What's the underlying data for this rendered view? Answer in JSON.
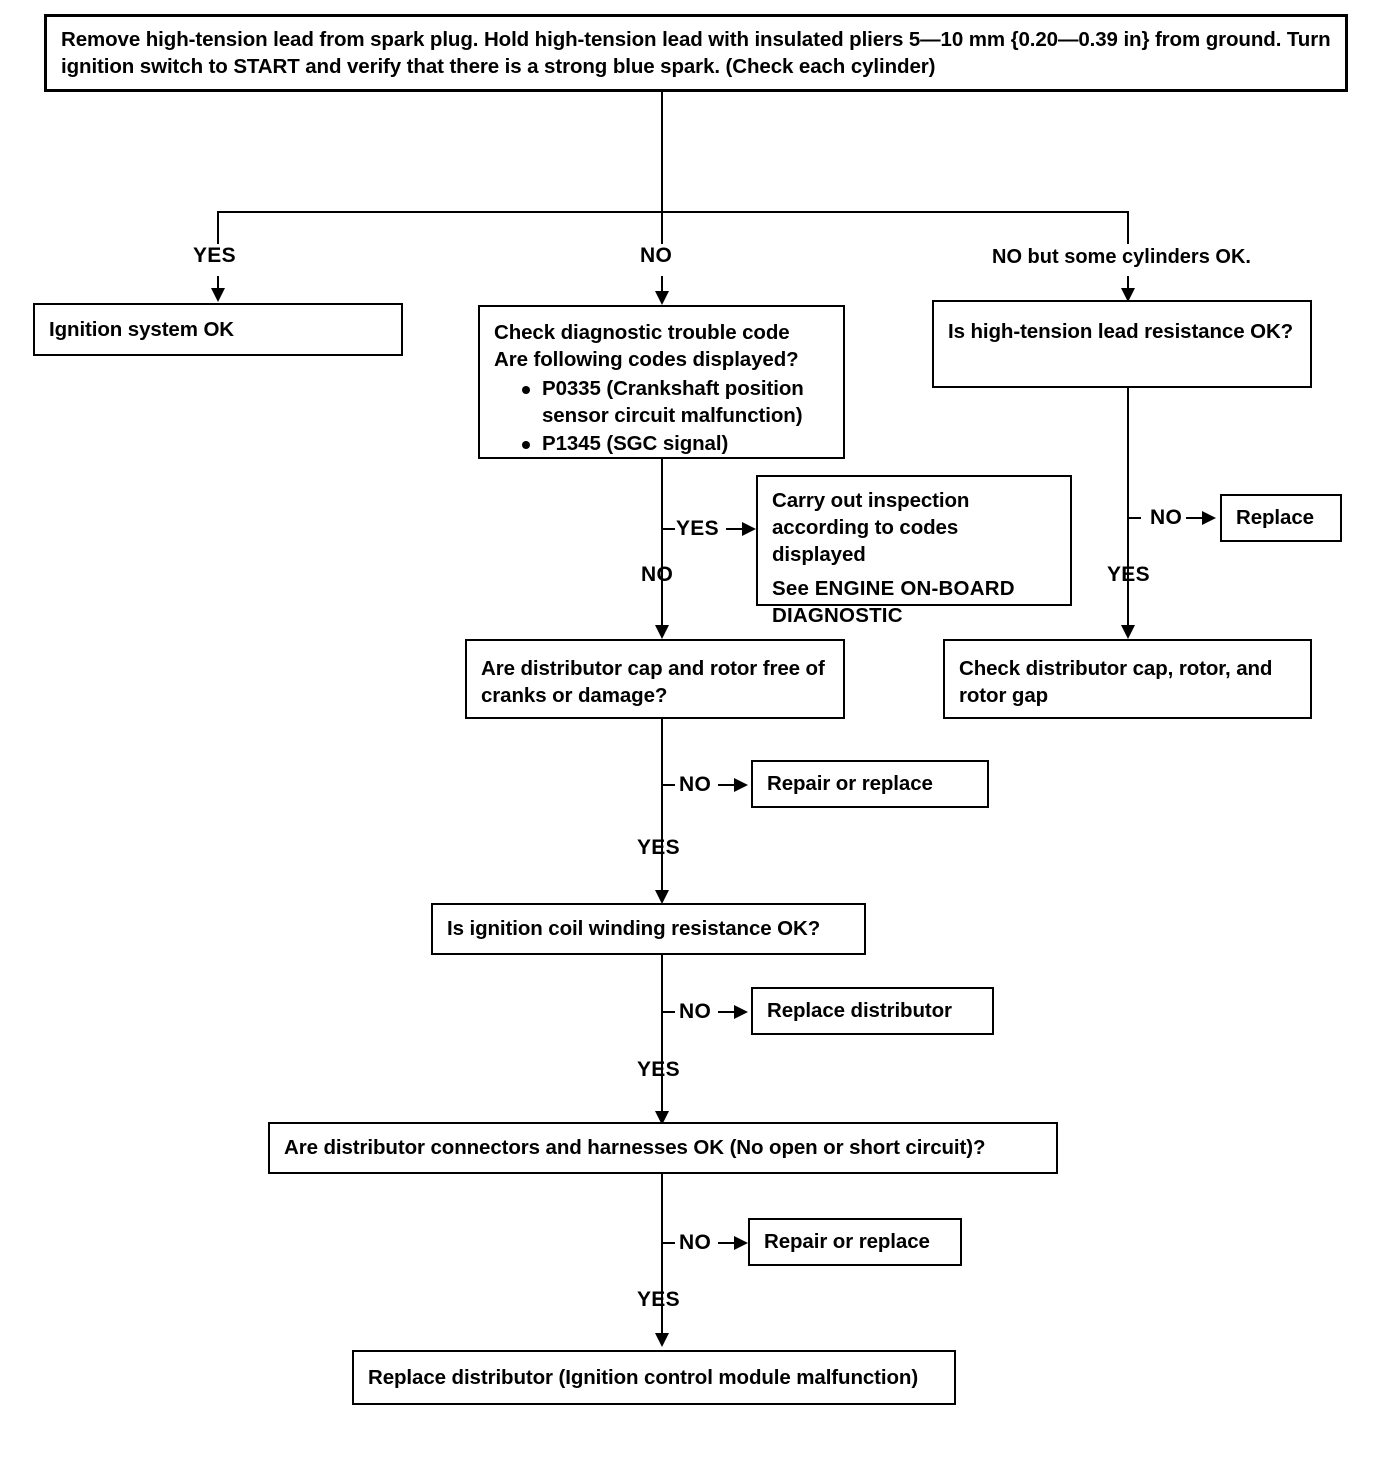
{
  "diagram": {
    "type": "flowchart",
    "title": "Ignition spark test troubleshooting flowchart",
    "start": {
      "text": "Remove high-tension lead from spark plug. Hold high-tension lead with insulated pliers 5—10 mm {0.20—0.39 in} from ground. Turn ignition switch to START and verify that there is a strong blue spark. (Check each cylinder)"
    },
    "branch_labels": {
      "left": "YES",
      "middle": "NO",
      "right": "NO but some cylinders OK."
    },
    "nodes": {
      "ignition_ok": "Ignition system OK",
      "check_dtc_line1": "Check diagnostic trouble code",
      "check_dtc_line2": "Are following codes displayed?",
      "code_1": "P0335 (Crankshaft position sensor circuit malfunction)",
      "code_2": "P1345 (SGC signal)",
      "carry_out_line1": "Carry out inspection",
      "carry_out_line2": "according to codes displayed",
      "carry_out_see": "See",
      "carry_out_ref": "ENGINE ON-BOARD DIAGNOSTIC",
      "ht_lead_resistance": "Is high-tension lead resistance OK?",
      "replace": "Replace",
      "check_cap_rotor_gap": "Check distributor cap, rotor, and rotor gap",
      "cap_rotor_free": "Are distributor cap and rotor free of cranks or damage?",
      "repair_or_replace_1": "Repair or replace",
      "coil_winding": "Is ignition coil winding resistance OK?",
      "replace_distributor": "Replace distributor",
      "connectors_harnesses": "Are distributor connectors and harnesses OK (No open or short circuit)?",
      "repair_or_replace_2": "Repair or replace",
      "final": "Replace distributor (Ignition control module malfunction)"
    },
    "edge_labels": {
      "dtc_yes": "YES",
      "dtc_no": "NO",
      "ht_no": "NO",
      "ht_yes": "YES",
      "cap_no": "NO",
      "cap_yes": "YES",
      "coil_no": "NO",
      "coil_yes": "YES",
      "harness_no": "NO",
      "harness_yes": "YES"
    },
    "colors": {
      "line": "#000000",
      "box_fill": "#ffffff",
      "text": "#000000"
    }
  }
}
